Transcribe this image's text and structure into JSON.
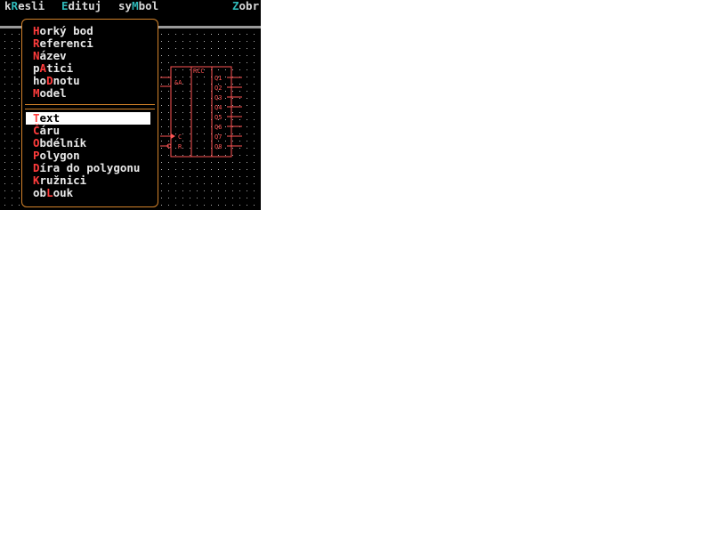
{
  "menubar": {
    "items": [
      {
        "pre": "k",
        "hotkey": "R",
        "post": "esli"
      },
      {
        "pre": "",
        "hotkey": "E",
        "post": "dituj"
      },
      {
        "pre": "sy",
        "hotkey": "M",
        "post": "bol"
      },
      {
        "pre": "",
        "hotkey": "Z",
        "post": "obr"
      }
    ]
  },
  "dropdown": {
    "group1": [
      {
        "pre": "",
        "hotkey": "H",
        "post": "orký bod"
      },
      {
        "pre": "",
        "hotkey": "R",
        "post": "eferenci"
      },
      {
        "pre": "",
        "hotkey": "N",
        "post": "ázev"
      },
      {
        "pre": "p",
        "hotkey": "A",
        "post": "tici"
      },
      {
        "pre": "ho",
        "hotkey": "D",
        "post": "notu"
      },
      {
        "pre": "",
        "hotkey": "M",
        "post": "odel"
      }
    ],
    "group2": [
      {
        "pre": "",
        "hotkey": "T",
        "post": "ext"
      },
      {
        "pre": "",
        "hotkey": "Č",
        "post": "áru"
      },
      {
        "pre": "",
        "hotkey": "O",
        "post": "bdélník"
      },
      {
        "pre": "",
        "hotkey": "P",
        "post": "olygon"
      },
      {
        "pre": "",
        "hotkey": "D",
        "post": "íra do polygonu"
      },
      {
        "pre": "",
        "hotkey": "K",
        "post": "ružnici"
      },
      {
        "pre": "ob",
        "hotkey": "L",
        "post": "ouk"
      }
    ],
    "selected": "Text"
  },
  "symbol": {
    "title": "RCC",
    "left_pins": [
      "&A",
      "C",
      "R"
    ],
    "outputs": [
      "Q1",
      "Q2",
      "Q3",
      "Q4",
      "Q5",
      "Q6",
      "Q7",
      "Q8"
    ]
  },
  "colors": {
    "background": "#000000",
    "menu_text": "#d8d8d8",
    "menu_hotkey": "#2fb8b8",
    "dropdown_hotkey": "#ff3c3c",
    "dropdown_border": "#d2822a",
    "symbol": "#ff5555",
    "grid_dots": "#b0b0b0"
  }
}
